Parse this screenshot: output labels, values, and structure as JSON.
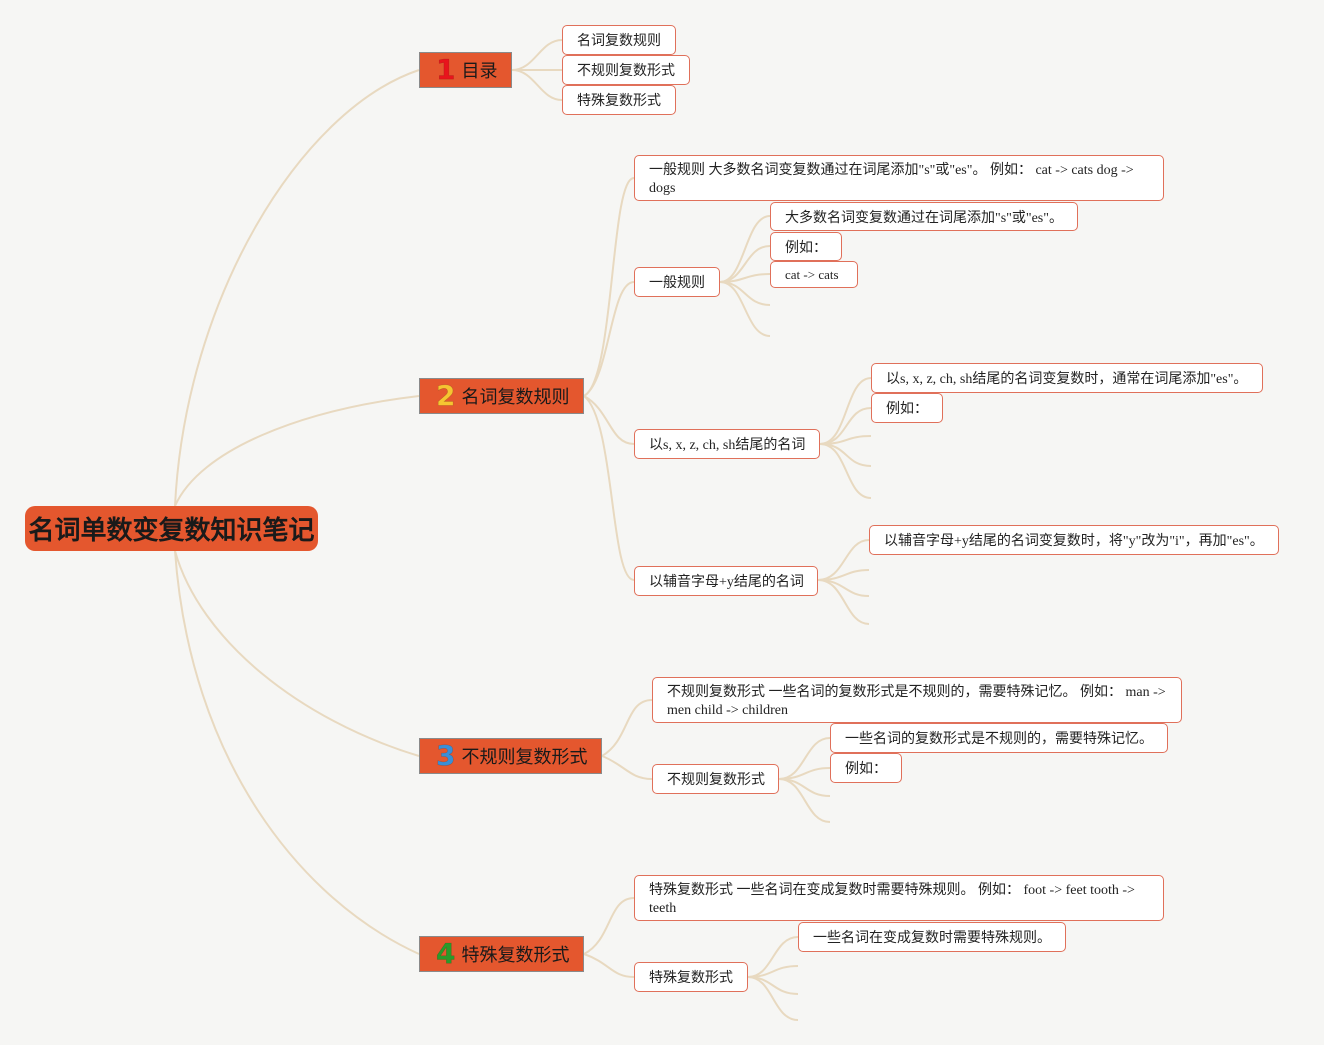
{
  "root": {
    "title": "名词单数变复数知识笔记"
  },
  "branches": [
    {
      "num": "1",
      "num_color": "#e8141c",
      "label": "目录"
    },
    {
      "num": "2",
      "num_color": "#f6c531",
      "label": "名词复数规则"
    },
    {
      "num": "3",
      "num_color": "#3a8fd6",
      "label": "不规则复数形式"
    },
    {
      "num": "4",
      "num_color": "#2a9a2a",
      "label": "特殊复数形式"
    }
  ],
  "toc": [
    "名词复数规则",
    "不规则复数形式",
    "特殊复数形式"
  ],
  "rules": {
    "summary": "一般规则 大多数名词变复数通过在词尾添加\"s\"或\"es\"。 例如：  cat -> cats dog -> dogs",
    "general": {
      "label": "一般规则",
      "children": [
        "大多数名词变复数通过在词尾添加\"s\"或\"es\"。",
        "例如：",
        "cat -> cats"
      ]
    },
    "sxzchsh": {
      "label": "以s, x, z, ch, sh结尾的名词",
      "children": [
        "以s, x, z, ch, sh结尾的名词变复数时，通常在词尾添加\"es\"。",
        "例如："
      ]
    },
    "consonant_y": {
      "label": "以辅音字母+y结尾的名词",
      "children": [
        "以辅音字母+y结尾的名词变复数时，将\"y\"改为\"i\"，再加\"es\"。"
      ]
    }
  },
  "irregular": {
    "summary": "不规则复数形式 一些名词的复数形式是不规则的，需要特殊记忆。 例如：  man -> men child -> children",
    "label": "不规则复数形式",
    "children": [
      "一些名词的复数形式是不规则的，需要特殊记忆。",
      "例如："
    ]
  },
  "special": {
    "summary": "特殊复数形式 一些名词在变成复数时需要特殊规则。 例如：  foot -> feet tooth -> teeth",
    "label": "特殊复数形式",
    "children": [
      "一些名词在变成复数时需要特殊规则。"
    ]
  },
  "colors": {
    "accent": "#e4572e",
    "node_border": "#e0705a",
    "link": "#e8d9c0",
    "background": "#f6f6f4"
  }
}
